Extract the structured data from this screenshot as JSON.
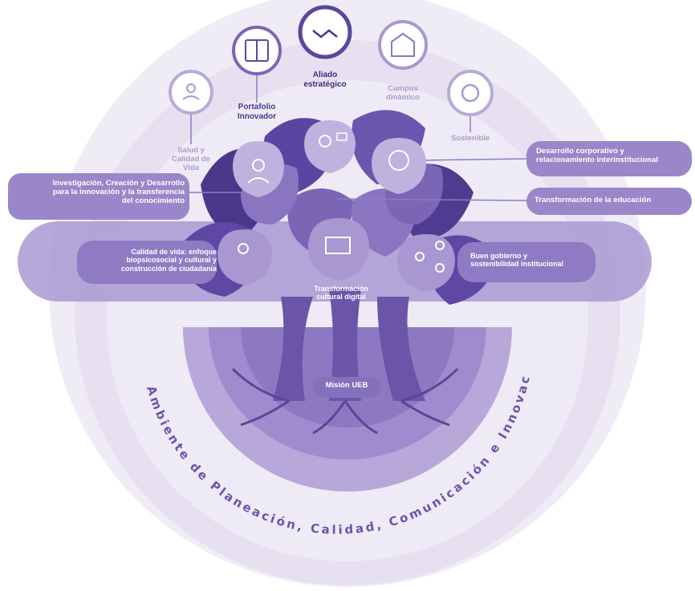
{
  "colors": {
    "outer_ring": "#ebe6f3",
    "mid_ring": "#ddd4ec",
    "inner_ring": "#cbbfe2",
    "band": "#c0b1dc",
    "trunk": "#7a64b0",
    "leaf_dark": "#4d3a8b",
    "leaf_mid": "#7e69b6",
    "leaf_light": "#a797cf",
    "pill": "#9f8ccb",
    "label_dark": "#3d2b7a",
    "label_muted": "#a99cc8",
    "white": "#ffffff"
  },
  "top_icons": [
    {
      "id": "salud",
      "label_lines": [
        "Salud y",
        "Calidad de",
        "Vida"
      ],
      "icon": "people-network-icon"
    },
    {
      "id": "portafolio",
      "label_lines": [
        "Portafolio",
        "Innovador"
      ],
      "icon": "book-icon"
    },
    {
      "id": "aliado",
      "label_lines": [
        "Aliado",
        "estratégico"
      ],
      "icon": "handshake-icon"
    },
    {
      "id": "campus",
      "label_lines": [
        "Campus",
        "dinámico"
      ],
      "icon": "building-icon"
    },
    {
      "id": "sostenible",
      "label_lines": [
        "Sostenible"
      ],
      "icon": "recycle-icon"
    }
  ],
  "side_labels": {
    "investigacion": [
      "Investigación, Creación y Desarrollo",
      "para la innovación y la transferencia",
      "del conocimiento"
    ],
    "desarrollo": [
      "Desarrollo corporativo y",
      "relacionamiento interinstitucional"
    ],
    "transformacion_educacion": "Transformación  de la educación",
    "calidad": [
      "Calidad de vida: enfoque",
      "biopsicosocial y cultural y",
      "construcción de ciudadanía"
    ],
    "buen_gobierno": [
      "Buen gobierno y",
      "sostenibilidad institucional"
    ],
    "transformacion_digital": [
      "Transformación",
      "cultural digital"
    ]
  },
  "mision": "Misión UEB",
  "arc_text": "Ambiente de Planeación, Calidad, Comunicación e Innovación"
}
